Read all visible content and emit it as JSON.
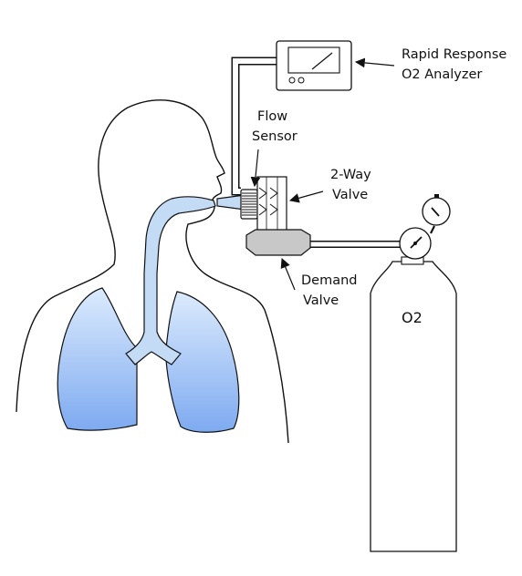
{
  "diagram": {
    "labels": {
      "analyzer_line1": "Rapid Response",
      "analyzer_line2": "O2 Analyzer",
      "flow_line1": "Flow",
      "flow_line2": "Sensor",
      "twoway_line1": "2-Way",
      "twoway_line2": "Valve",
      "demand_line1": "Demand",
      "demand_line2": "Valve",
      "cylinder": "O2"
    },
    "colors": {
      "outline": "#111111",
      "airway_fill": "#c4dbf5",
      "lung_top": "#dcebfd",
      "lung_bottom": "#7eaaf0",
      "valve_gray": "#c8c8c8",
      "tube": "#ffffff"
    }
  }
}
